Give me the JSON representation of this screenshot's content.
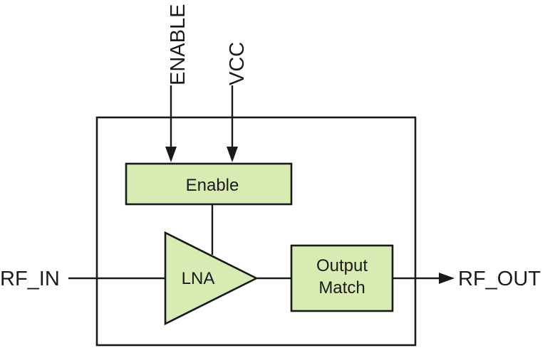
{
  "diagram": {
    "pins": {
      "enable": "ENABLE",
      "vcc": "VCC",
      "rf_in": "RF_IN",
      "rf_out": "RF_OUT"
    },
    "blocks": {
      "enable": "Enable",
      "lna": "LNA",
      "output_match_line1": "Output",
      "output_match_line2": "Match"
    },
    "colors": {
      "block_fill": "#d8ebb3",
      "line": "#1a1a1a",
      "background": "#ffffff"
    }
  }
}
